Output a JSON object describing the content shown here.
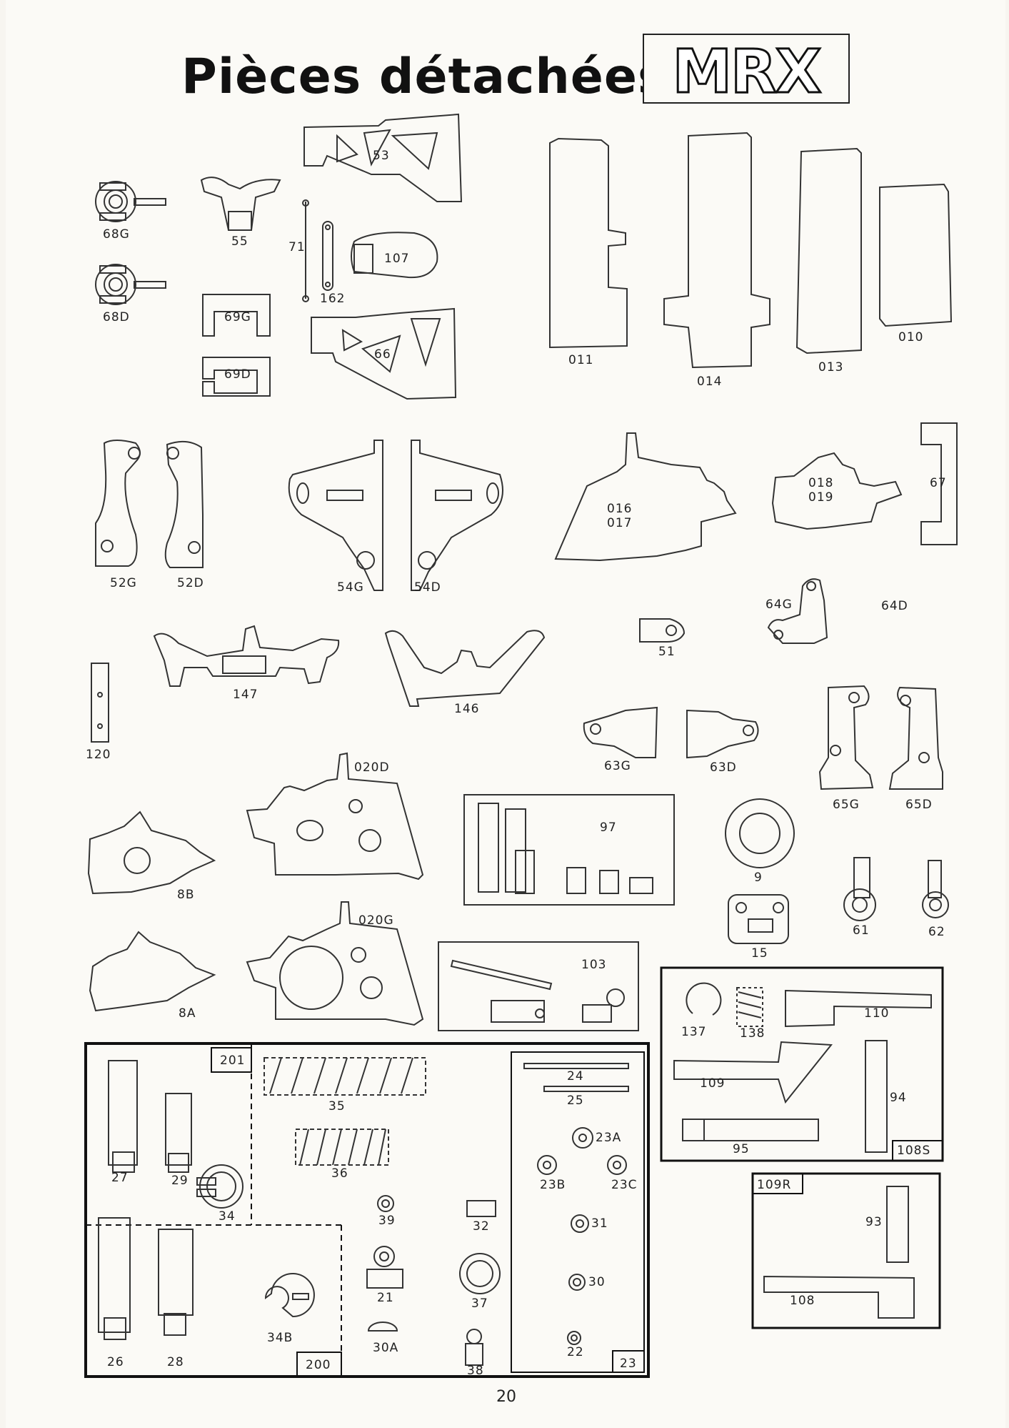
{
  "header": {
    "title": "Pièces détachées",
    "logo_text": "MRX"
  },
  "parts": [
    "68G",
    "68D",
    "55",
    "53",
    "71",
    "162",
    "107",
    "69G",
    "69D",
    "66",
    "011",
    "014",
    "013",
    "010",
    "52G",
    "52D",
    "54G",
    "54D",
    "016",
    "017",
    "018",
    "019",
    "67",
    "147",
    "146",
    "120",
    "51",
    "64G",
    "64D",
    "63G",
    "63D",
    "65G",
    "65D",
    "020D",
    "8B",
    "97",
    "9",
    "61",
    "62",
    "020G",
    "8A",
    "103",
    "15",
    "201",
    "35",
    "24",
    "25",
    "23A",
    "23B",
    "23C",
    "27",
    "29",
    "34",
    "36",
    "39",
    "32",
    "31",
    "30",
    "21",
    "37",
    "26",
    "28",
    "34B",
    "30A",
    "22",
    "38",
    "200",
    "23",
    "137",
    "138",
    "110",
    "109",
    "94",
    "95",
    "108S",
    "109R",
    "93",
    "108"
  ],
  "page_number": "20"
}
